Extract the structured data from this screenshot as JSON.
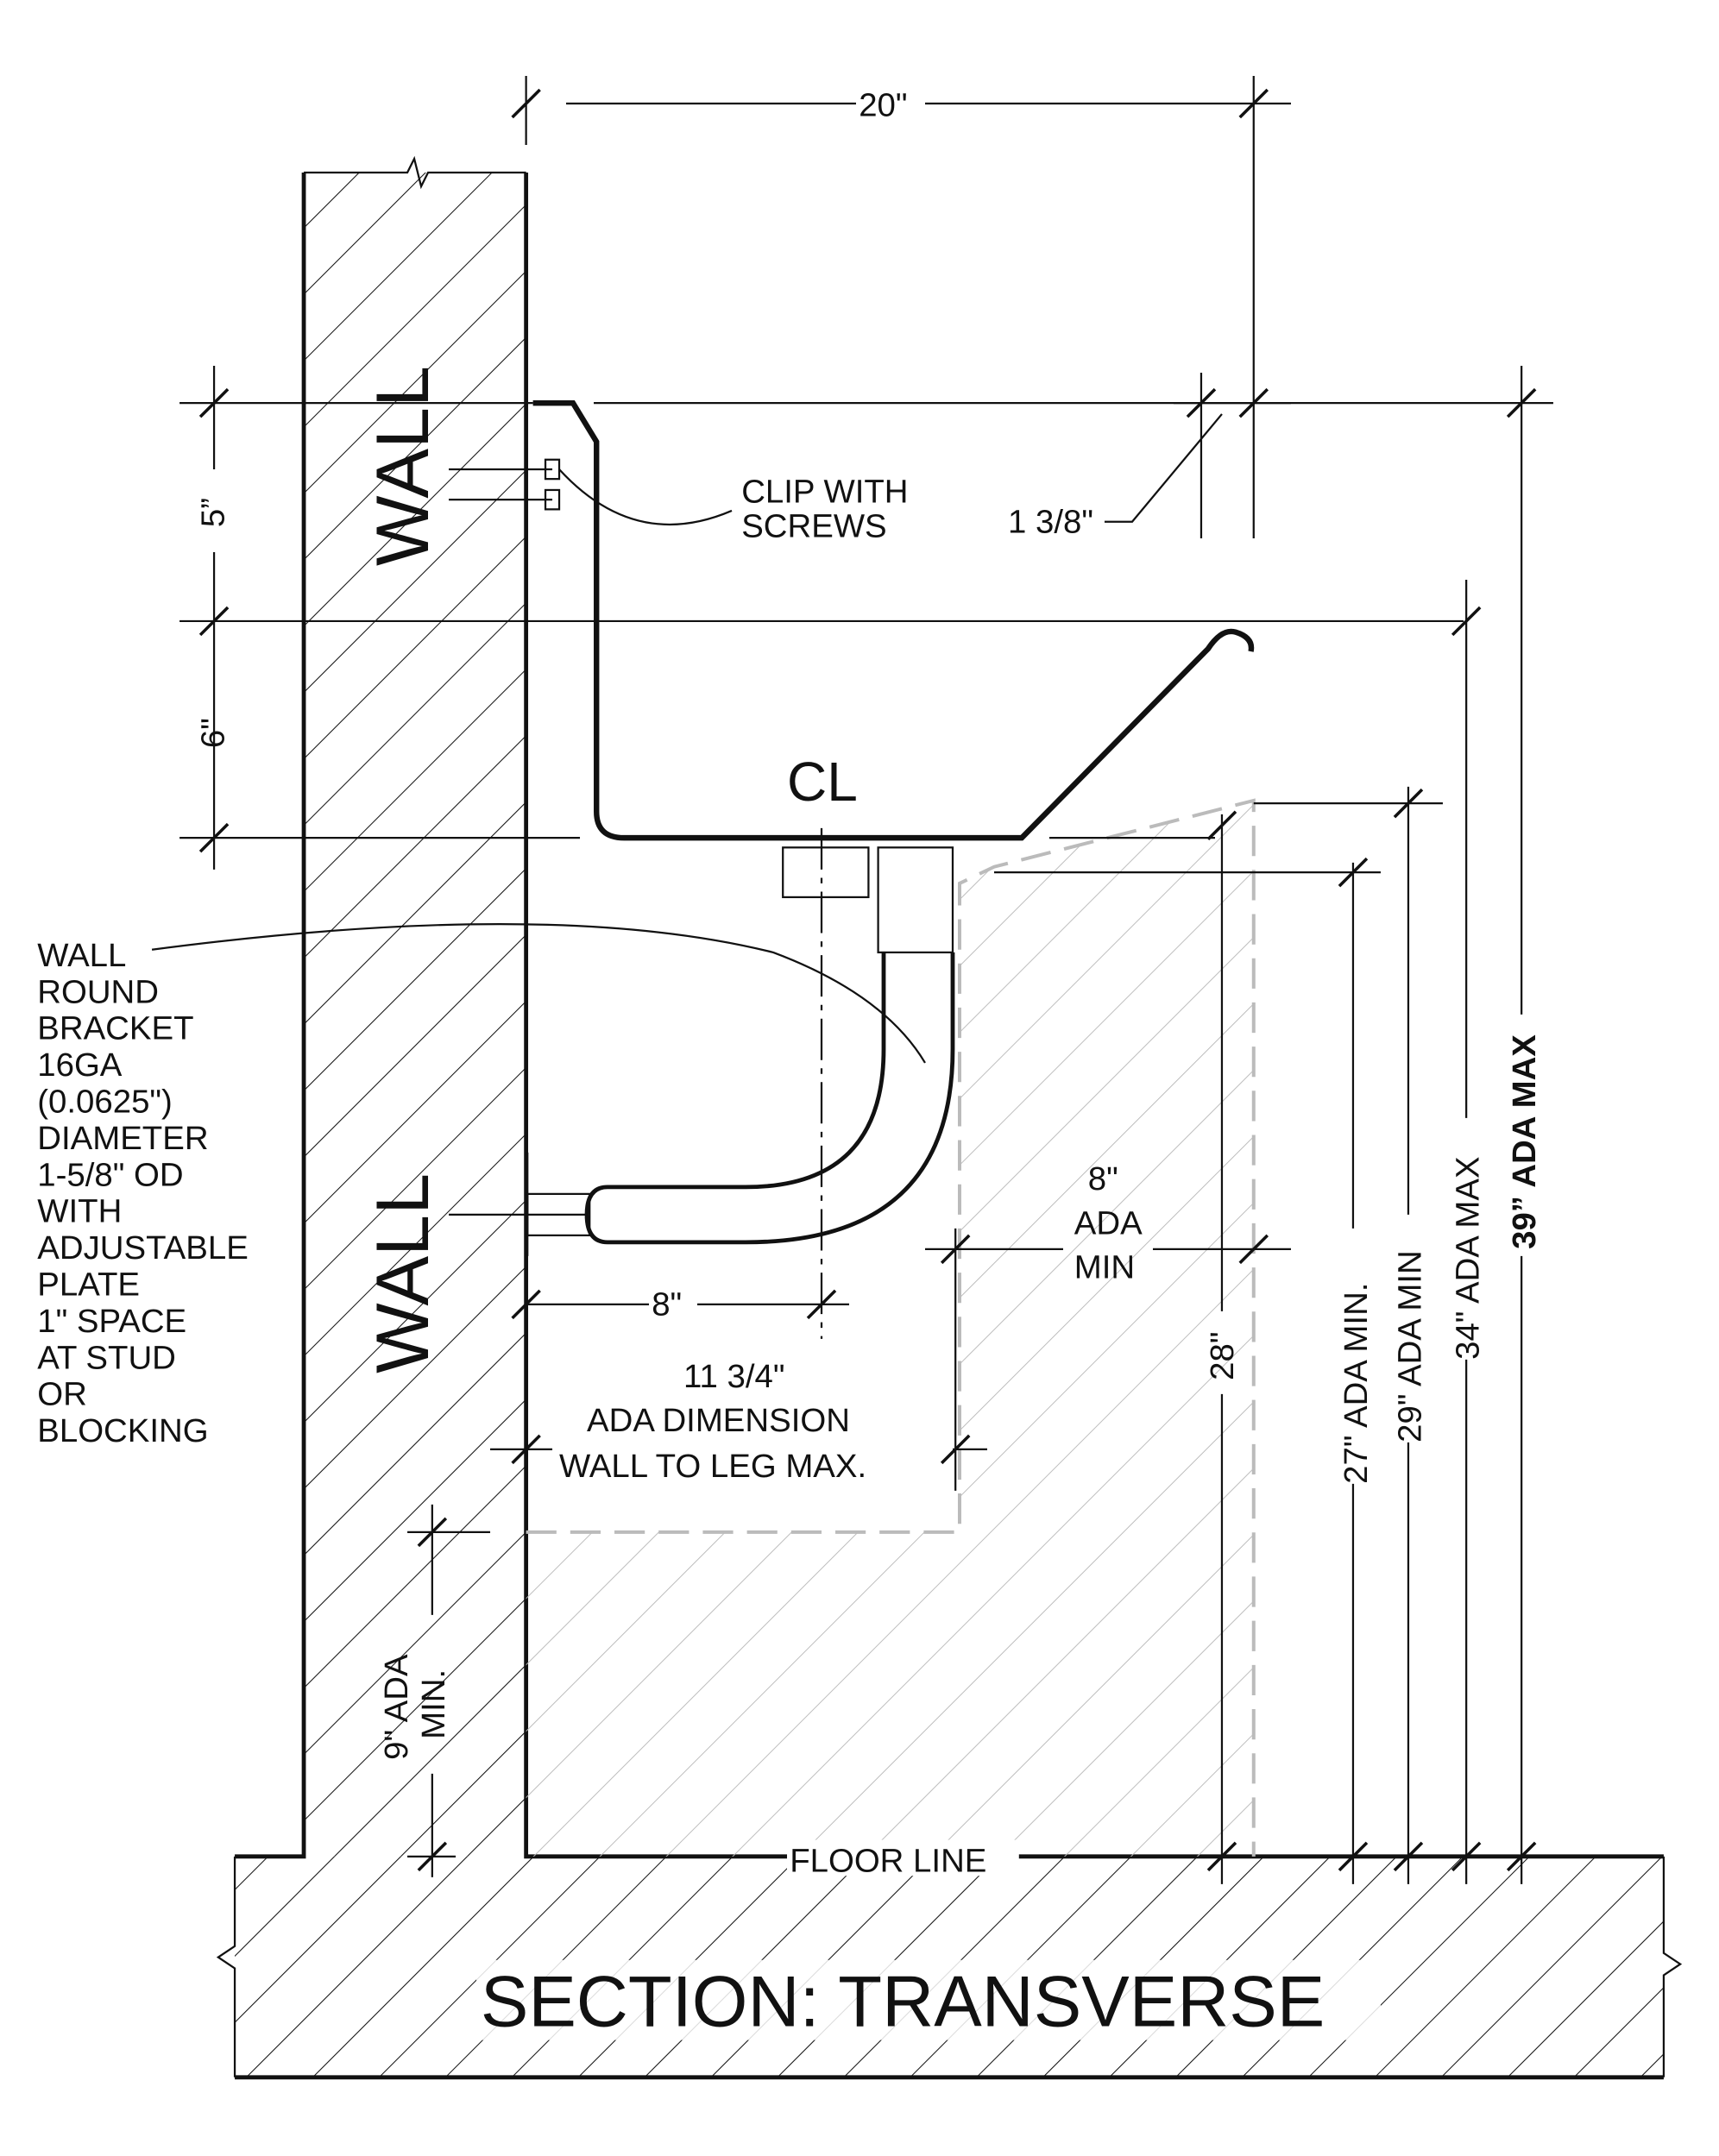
{
  "title": "SECTION: TRANSVERSE",
  "labels": {
    "wall_upper": "WALL",
    "wall_lower": "WALL",
    "floor_line": "FLOOR LINE",
    "centerline": "CL",
    "clip": [
      "CLIP WITH",
      "SCREWS"
    ],
    "bracket_note": [
      "WALL",
      "ROUND",
      "BRACKET",
      "16GA",
      "(0.0625\")",
      "DIAMETER",
      "1-5/8\" OD",
      "WITH",
      "ADJUSTABLE",
      "PLATE",
      "1\" SPACE",
      "AT STUD",
      "OR",
      "BLOCKING"
    ]
  },
  "dimensions": {
    "overall_depth": "20\"",
    "rim_offset": "1 3/8\"",
    "clip_height": "5”",
    "bowl_depth": "6\"",
    "wall_to_centerline": "8\"",
    "knee_depth": [
      "8\"",
      "ADA",
      "MIN"
    ],
    "wall_to_leg": [
      "11 3/4\"",
      "ADA DIMENSION",
      "WALL TO LEG MAX."
    ],
    "toe_height": [
      "9\" ADA",
      "MIN."
    ],
    "bowl_bottom_height": "28\"",
    "knee_27": "27\" ADA MIN.",
    "knee_29": "29\" ADA MIN",
    "rim_34": "34\" ADA MAX",
    "top_39": "39” ADA MAX"
  }
}
